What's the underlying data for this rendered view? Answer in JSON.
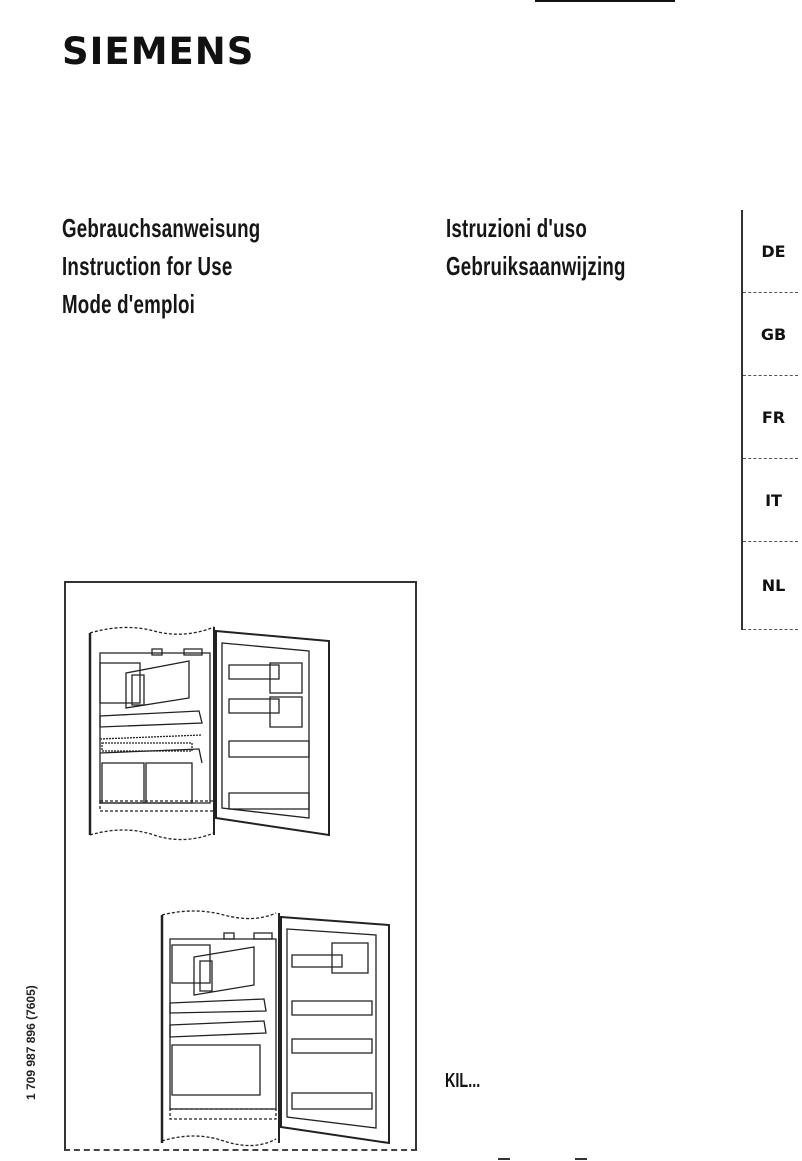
{
  "header": {
    "brand": "SIEMENS"
  },
  "titles": {
    "left": [
      "Gebrauchsanweisung",
      "Instruction for Use",
      "Mode d'emploi"
    ],
    "right": [
      "Istruzioni d'uso",
      "Gebruiksaanwijzing"
    ]
  },
  "language_tabs": [
    {
      "label": "DE"
    },
    {
      "label": "GB"
    },
    {
      "label": "FR"
    },
    {
      "label": "IT"
    },
    {
      "label": "NL"
    }
  ],
  "figure": {
    "illustrations": [
      "refrigerator-open-door-small",
      "refrigerator-open-door-large"
    ]
  },
  "model": "KIL...",
  "document_code": "1 709 987 896 (7605)"
}
